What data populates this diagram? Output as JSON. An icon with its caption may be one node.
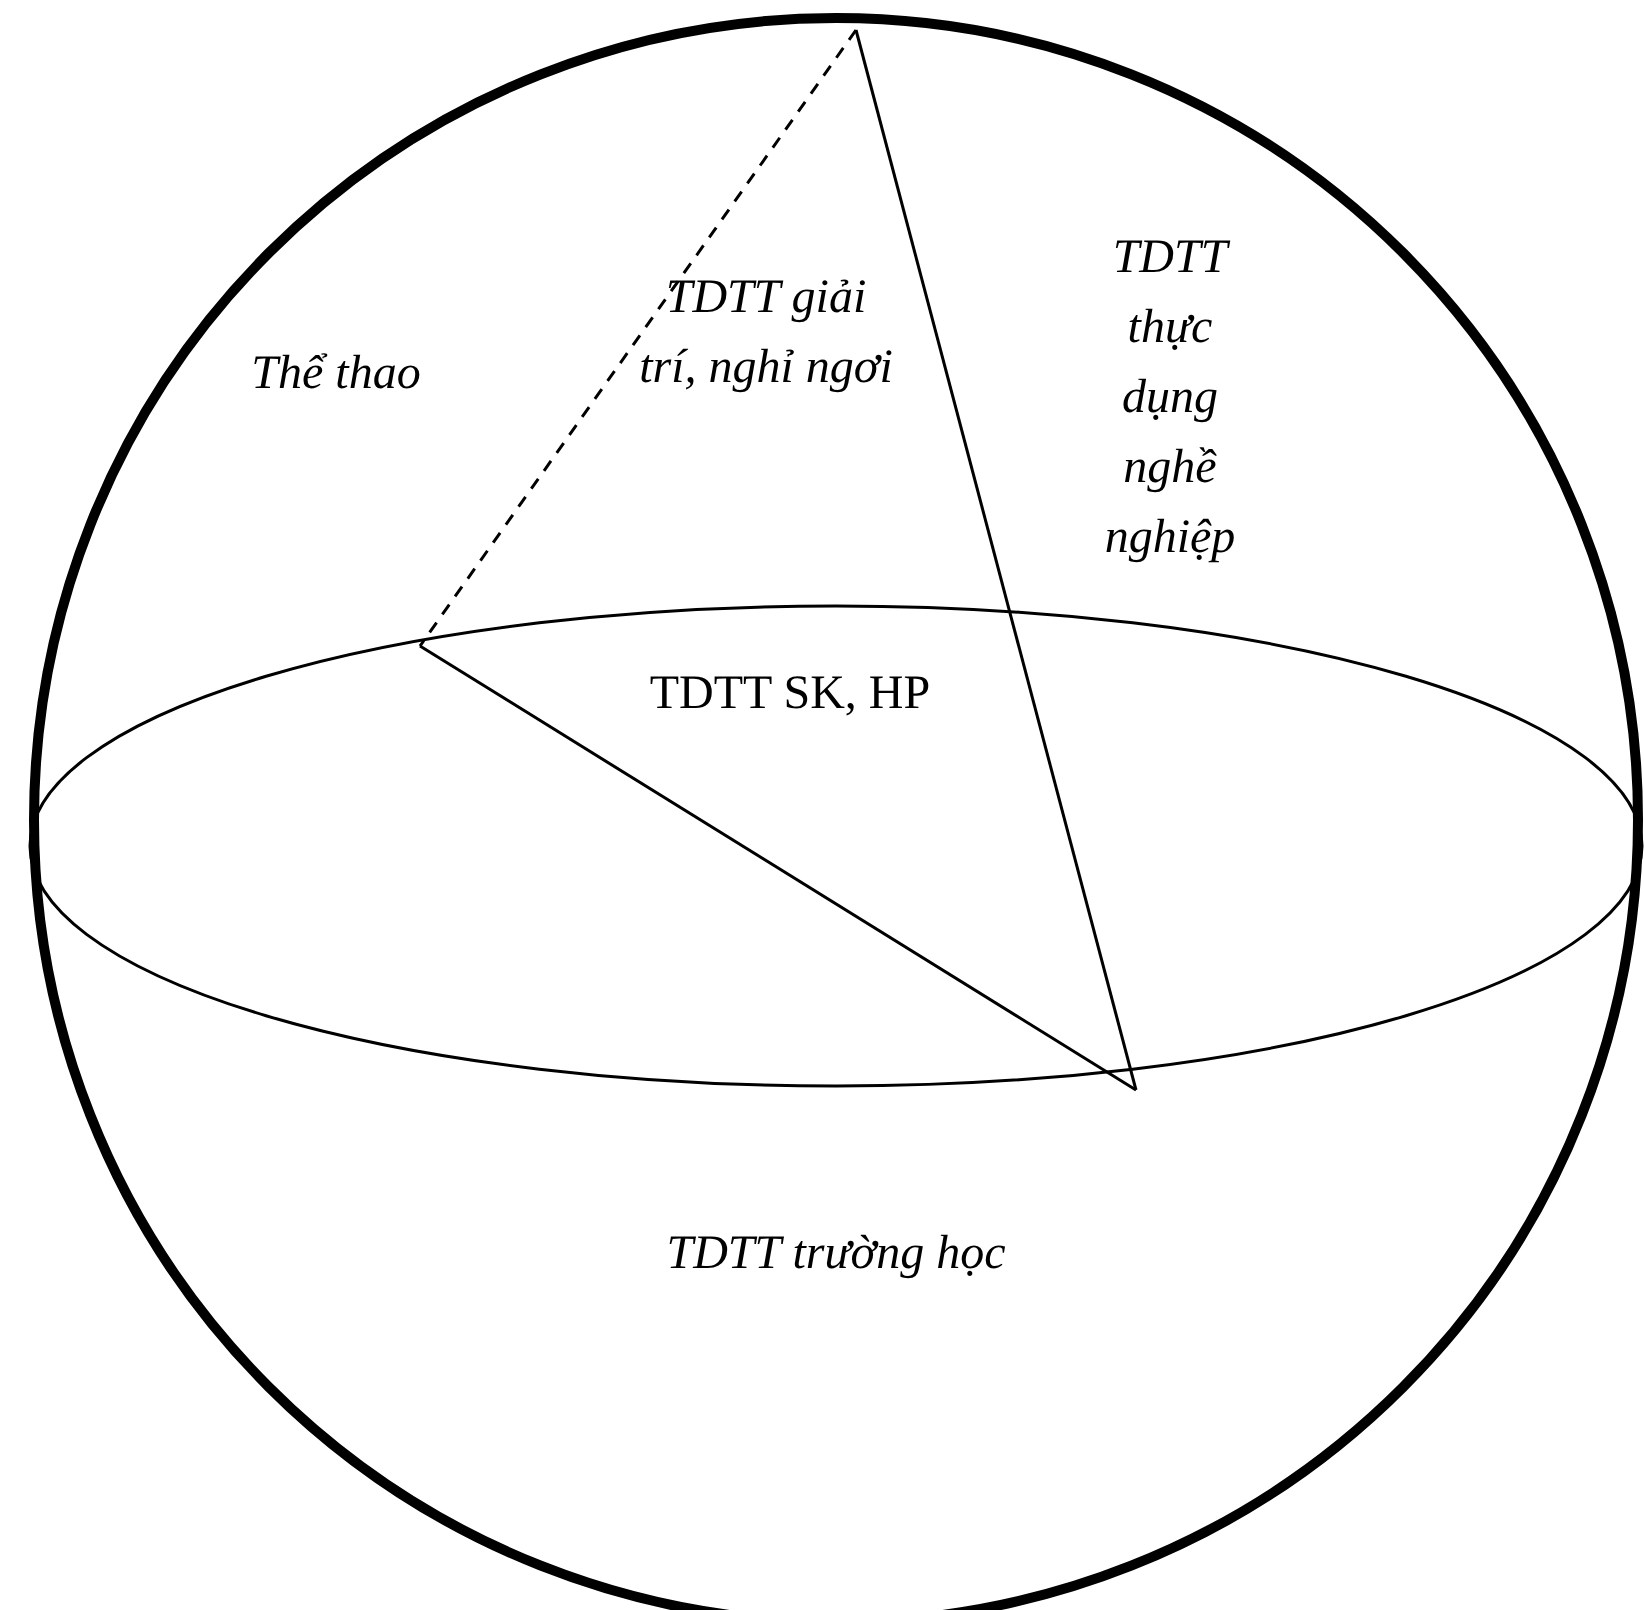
{
  "diagram": {
    "labels": [
      "Thể thao",
      "TDTT giải trí, nghỉ ngơi",
      "TDTT thực dụng nghề nghiệp",
      "TDTT SK, HP",
      "TDTT trường học"
    ]
  }
}
